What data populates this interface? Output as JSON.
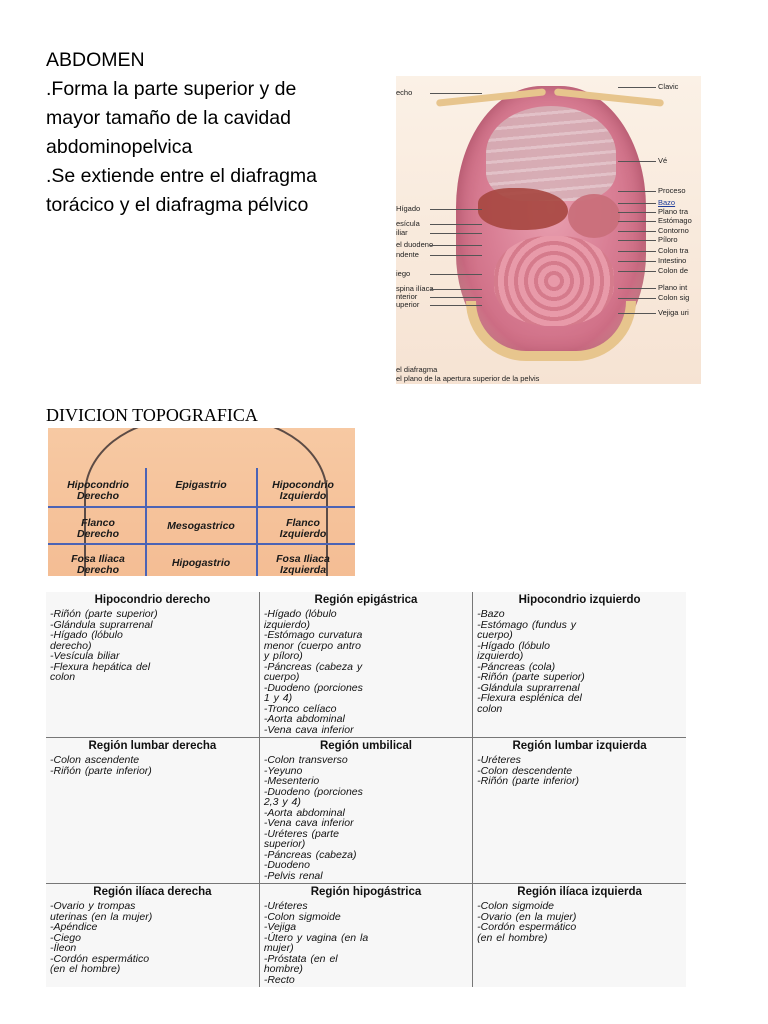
{
  "intro": {
    "lines": [
      "ABDOMEN",
      ".Forma la parte superior y de",
      "mayor tamaño de la cavidad",
      "abdominopelvica",
      ".Se extiende entre el diafragma",
      "torácico y el diafragma pélvico"
    ]
  },
  "anatomy_figure": {
    "left_labels": [
      "echo",
      "Hígado",
      "esícula",
      "iliar",
      "el duodeno",
      "ndente",
      "iego",
      "spina ilíaca",
      "nterior",
      "uperior"
    ],
    "right_labels": [
      "Clavic",
      "Vé",
      "Proceso",
      "Bazo",
      "Plano tra",
      "Estómago",
      "Contorno",
      "Píloro",
      "Colon tra",
      "Intestino",
      "Colon de",
      "Plano int",
      "Colon sig",
      "Vejiga uri"
    ],
    "caption": [
      "el diafragma",
      "el plano de la apertura superior de la pelvis"
    ]
  },
  "divicion_heading": "DIVICION TOPOGRAFICA",
  "regions_figure": {
    "labels": [
      [
        "Hipocondrio",
        "Derecho"
      ],
      [
        "Epigastrio"
      ],
      [
        "Hipocondrio",
        "Izquierdo"
      ],
      [
        "Flanco",
        "Derecho"
      ],
      [
        "Mesogastrico"
      ],
      [
        "Flanco",
        "Izquierdo"
      ],
      [
        "Fosa Iliaca",
        "Derecho"
      ],
      [
        "Hipogastrio"
      ],
      [
        "Fosa Iliaca",
        "Izquierda"
      ]
    ]
  },
  "organ_table": {
    "rows": [
      [
        {
          "title": "Hipocondrio derecho",
          "items": [
            "-Riñón (parte superior)",
            "-Glándula suprarrenal",
            "-Hígado (lóbulo",
            "derecho)",
            "-Vesícula biliar",
            "-Flexura hepática del",
            "colon"
          ]
        },
        {
          "title": "Región epigástrica",
          "items": [
            "-Hígado (lóbulo",
            "izquierdo)",
            "-Estómago curvatura",
            "menor (cuerpo antro",
            "y píloro)",
            "-Páncreas (cabeza y",
            "cuerpo)",
            "-Duodeno (porciones",
            "1 y 4)",
            "-Tronco celíaco",
            "-Aorta abdominal",
            "-Vena cava inferior"
          ]
        },
        {
          "title": "Hipocondrio izquierdo",
          "items": [
            "-Bazo",
            "-Estómago (fundus y",
            "cuerpo)",
            "-Hígado (lóbulo",
            "izquierdo)",
            "-Páncreas (cola)",
            "-Riñón (parte superior)",
            "-Glándula suprarrenal",
            "-Flexura esplénica del",
            "colon"
          ]
        }
      ],
      [
        {
          "title": "Región lumbar derecha",
          "items": [
            "-Colon ascendente",
            "-Riñón (parte inferior)"
          ]
        },
        {
          "title": "Región umbilical",
          "items": [
            "-Colon transverso",
            "-Yeyuno",
            "-Mesenterio",
            "-Duodeno (porciones",
            "2,3 y 4)",
            "-Aorta abdominal",
            "-Vena cava inferior",
            "-Uréteres (parte",
            "superior)",
            "-Páncreas (cabeza)",
            "-Duodeno",
            "-Pelvis renal"
          ]
        },
        {
          "title": "Región lumbar izquierda",
          "items": [
            "-Uréteres",
            "-Colon descendente",
            "-Riñón (parte inferior)"
          ]
        }
      ],
      [
        {
          "title": "Región ilíaca derecha",
          "items": [
            "-Ovario y trompas",
            "uterinas (en la mujer)",
            "-Apéndice",
            "-Ciego",
            "-Íleon",
            "-Cordón espermático",
            "(en el hombre)"
          ]
        },
        {
          "title": "Región hipogástrica",
          "items": [
            "-Uréteres",
            "-Colon sigmoide",
            "-Vejiga",
            "-Útero y vagina (en la",
            "mujer)",
            "-Próstata (en el",
            "hombre)",
            "-Recto"
          ]
        },
        {
          "title": "Región ilíaca izquierda",
          "items": [
            "-Colon sigmoide",
            "-Ovario (en la mujer)",
            "-Cordón espermático",
            "(en el hombre)"
          ]
        }
      ]
    ]
  }
}
